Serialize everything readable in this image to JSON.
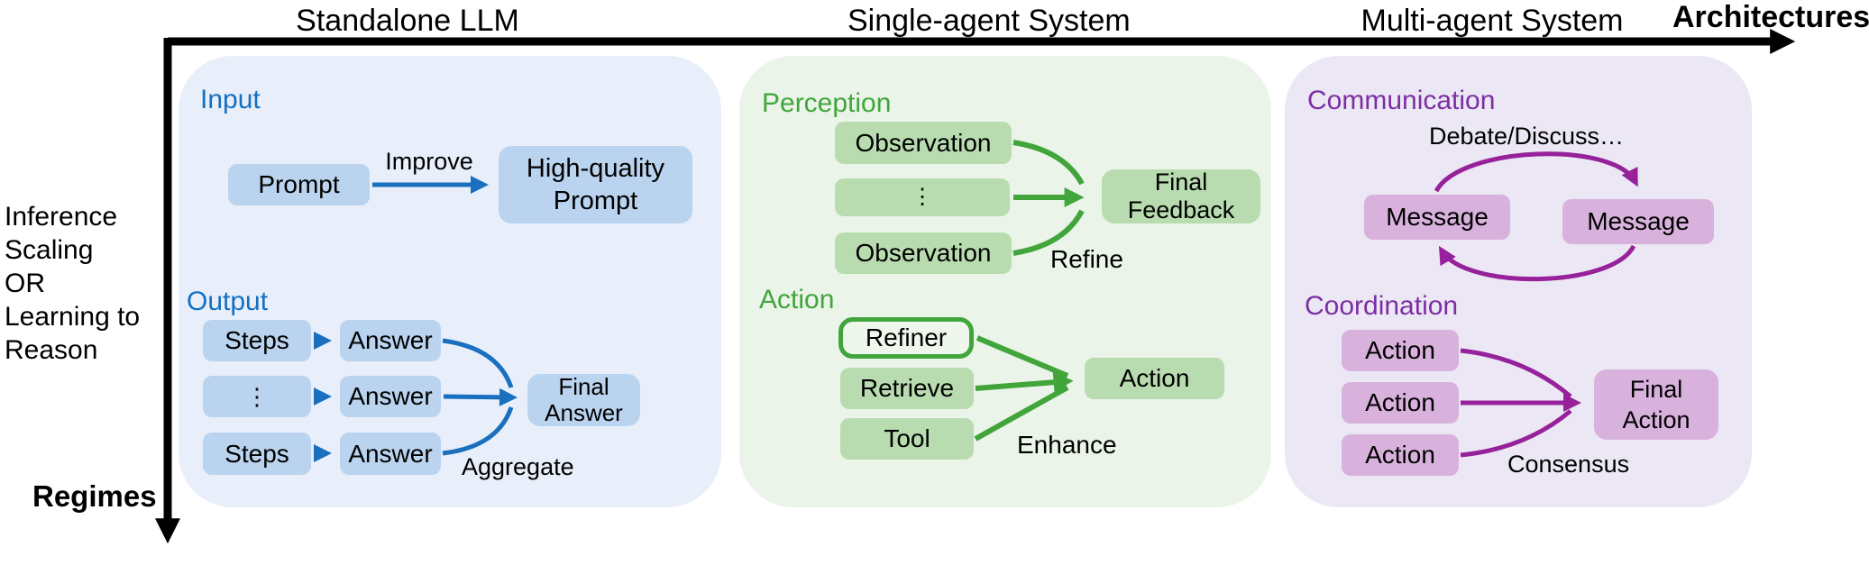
{
  "axes": {
    "x_label": "Architectures",
    "y_label": "Regimes",
    "y_description": "Inference\nScaling\nOR\nLearning to\nReason",
    "categories": {
      "standalone": "Standalone LLM",
      "single_agent": "Single-agent System",
      "multi_agent": "Multi-agent System"
    }
  },
  "standalone_panel": {
    "input_section_label": "Input",
    "prompt_box": "Prompt",
    "improve_arrow_label": "Improve",
    "high_quality_prompt_box": "High-quality\nPrompt",
    "output_section_label": "Output",
    "steps_box_1": "Steps",
    "answer_box_1": "Answer",
    "ellipsis_box": "⋮",
    "answer_box_2": "Answer",
    "steps_box_2": "Steps",
    "answer_box_3": "Answer",
    "final_answer_box": "Final\nAnswer",
    "aggregate_arrow_label": "Aggregate"
  },
  "single_agent_panel": {
    "perception_section_label": "Perception",
    "observation_box_1": "Observation",
    "ellipsis_box": "⋮",
    "observation_box_2": "Observation",
    "final_feedback_box": "Final\nFeedback",
    "refine_arrow_label": "Refine",
    "action_section_label": "Action",
    "refiner_box": "Refiner",
    "retrieve_box": "Retrieve",
    "tool_box": "Tool",
    "action_box": "Action",
    "enhance_arrow_label": "Enhance"
  },
  "multi_agent_panel": {
    "communication_section_label": "Communication",
    "debate_arrow_label": "Debate/Discuss…",
    "message_box_left": "Message",
    "message_box_right": "Message",
    "coordination_section_label": "Coordination",
    "action_box_1": "Action",
    "action_box_2": "Action",
    "action_box_3": "Action",
    "final_action_box": "Final\nAction",
    "consensus_arrow_label": "Consensus"
  },
  "colors": {
    "blue_heading": "#1470c0",
    "blue_box_fill": "#bad3ee",
    "blue_panel_bg": "#e8effb",
    "blue_arrow": "#1a6fbe",
    "green_heading": "#41a53c",
    "green_box_fill": "#b8dcb0",
    "green_panel_bg": "#eaf4e8",
    "green_arrow": "#41a53c",
    "refiner_box_fill": "#eff7ed",
    "purple_heading": "#7b2fa3",
    "purple_box_fill": "#d8b2dc",
    "purple_panel_bg": "#ece7f4",
    "purple_arrow": "#96219a",
    "axis_color": "#000000"
  }
}
